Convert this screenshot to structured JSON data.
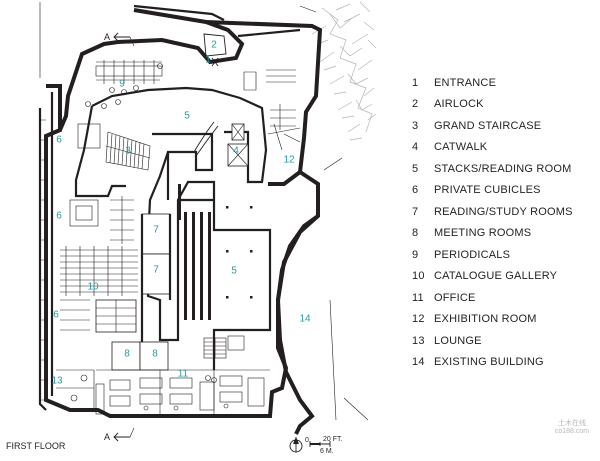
{
  "floor_label": "FIRST FLOOR",
  "section_marker": "A",
  "scale": {
    "feet": "20 FT.",
    "meters": "6 M.",
    "zero": "0"
  },
  "room_numbers": [
    "1",
    "2",
    "3",
    "4",
    "5",
    "5",
    "6",
    "6",
    "6",
    "7",
    "7",
    "8",
    "8",
    "9",
    "10",
    "11",
    "12",
    "13",
    "14"
  ],
  "legend": [
    {
      "number": "1",
      "label": "ENTRANCE"
    },
    {
      "number": "2",
      "label": "AIRLOCK"
    },
    {
      "number": "3",
      "label": "GRAND STAIRCASE"
    },
    {
      "number": "4",
      "label": "CATWALK"
    },
    {
      "number": "5",
      "label": "STACKS/READING ROOM"
    },
    {
      "number": "6",
      "label": "PRIVATE CUBICLES"
    },
    {
      "number": "7",
      "label": "READING/STUDY ROOMS"
    },
    {
      "number": "8",
      "label": "MEETING ROOMS"
    },
    {
      "number": "9",
      "label": "PERIODICALS"
    },
    {
      "number": "10",
      "label": "CATALOGUE GALLERY"
    },
    {
      "number": "11",
      "label": "OFFICE"
    },
    {
      "number": "12",
      "label": "EXHIBITION ROOM"
    },
    {
      "number": "13",
      "label": "LOUNGE"
    },
    {
      "number": "14",
      "label": "EXISTING BUILDING"
    }
  ],
  "watermark": "土木在线 co188.com",
  "colors": {
    "room_number": "#2b9aa0",
    "ink": "#231f20",
    "tree": "#b5b5b5"
  },
  "icons": [
    "north-arrow-icon",
    "section-arrow-icon",
    "tree-canopy-icon"
  ]
}
